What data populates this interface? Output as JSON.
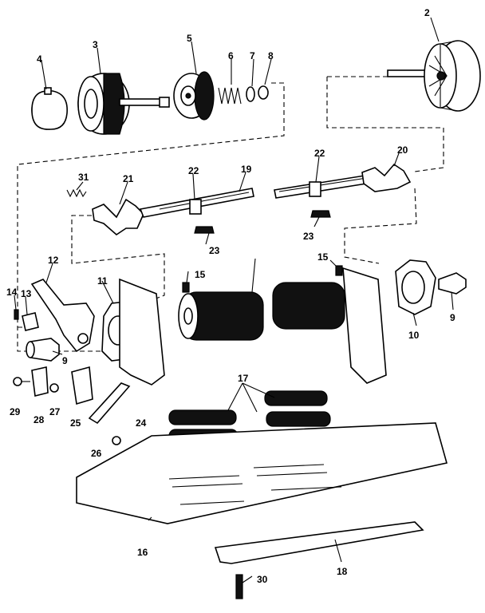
{
  "callouts": [
    {
      "id": "p2",
      "text": "2"
    },
    {
      "id": "p3",
      "text": "3"
    },
    {
      "id": "p4",
      "text": "4"
    },
    {
      "id": "p5",
      "text": "5"
    },
    {
      "id": "p6",
      "text": "6"
    },
    {
      "id": "p7",
      "text": "7"
    },
    {
      "id": "p8",
      "text": "8"
    },
    {
      "id": "p31",
      "text": "31"
    },
    {
      "id": "p21",
      "text": "21"
    },
    {
      "id": "p22a",
      "text": "22"
    },
    {
      "id": "p19",
      "text": "19"
    },
    {
      "id": "p22b",
      "text": "22"
    },
    {
      "id": "p20",
      "text": "20"
    },
    {
      "id": "p23a",
      "text": "23"
    },
    {
      "id": "p23b",
      "text": "23"
    },
    {
      "id": "p15a",
      "text": "15"
    },
    {
      "id": "p15b",
      "text": "15"
    },
    {
      "id": "p12",
      "text": "12"
    },
    {
      "id": "p14",
      "text": "14"
    },
    {
      "id": "p13",
      "text": "13"
    },
    {
      "id": "p11",
      "text": "11"
    },
    {
      "id": "p9a",
      "text": "9"
    },
    {
      "id": "p9b",
      "text": "9"
    },
    {
      "id": "p10",
      "text": "10"
    },
    {
      "id": "p17",
      "text": "17"
    },
    {
      "id": "p29",
      "text": "29"
    },
    {
      "id": "p28",
      "text": "28"
    },
    {
      "id": "p27",
      "text": "27"
    },
    {
      "id": "p25",
      "text": "25"
    },
    {
      "id": "p24",
      "text": "24"
    },
    {
      "id": "p26",
      "text": "26"
    },
    {
      "id": "p16",
      "text": "16"
    },
    {
      "id": "p18",
      "text": "18"
    },
    {
      "id": "p30",
      "text": "30"
    }
  ]
}
